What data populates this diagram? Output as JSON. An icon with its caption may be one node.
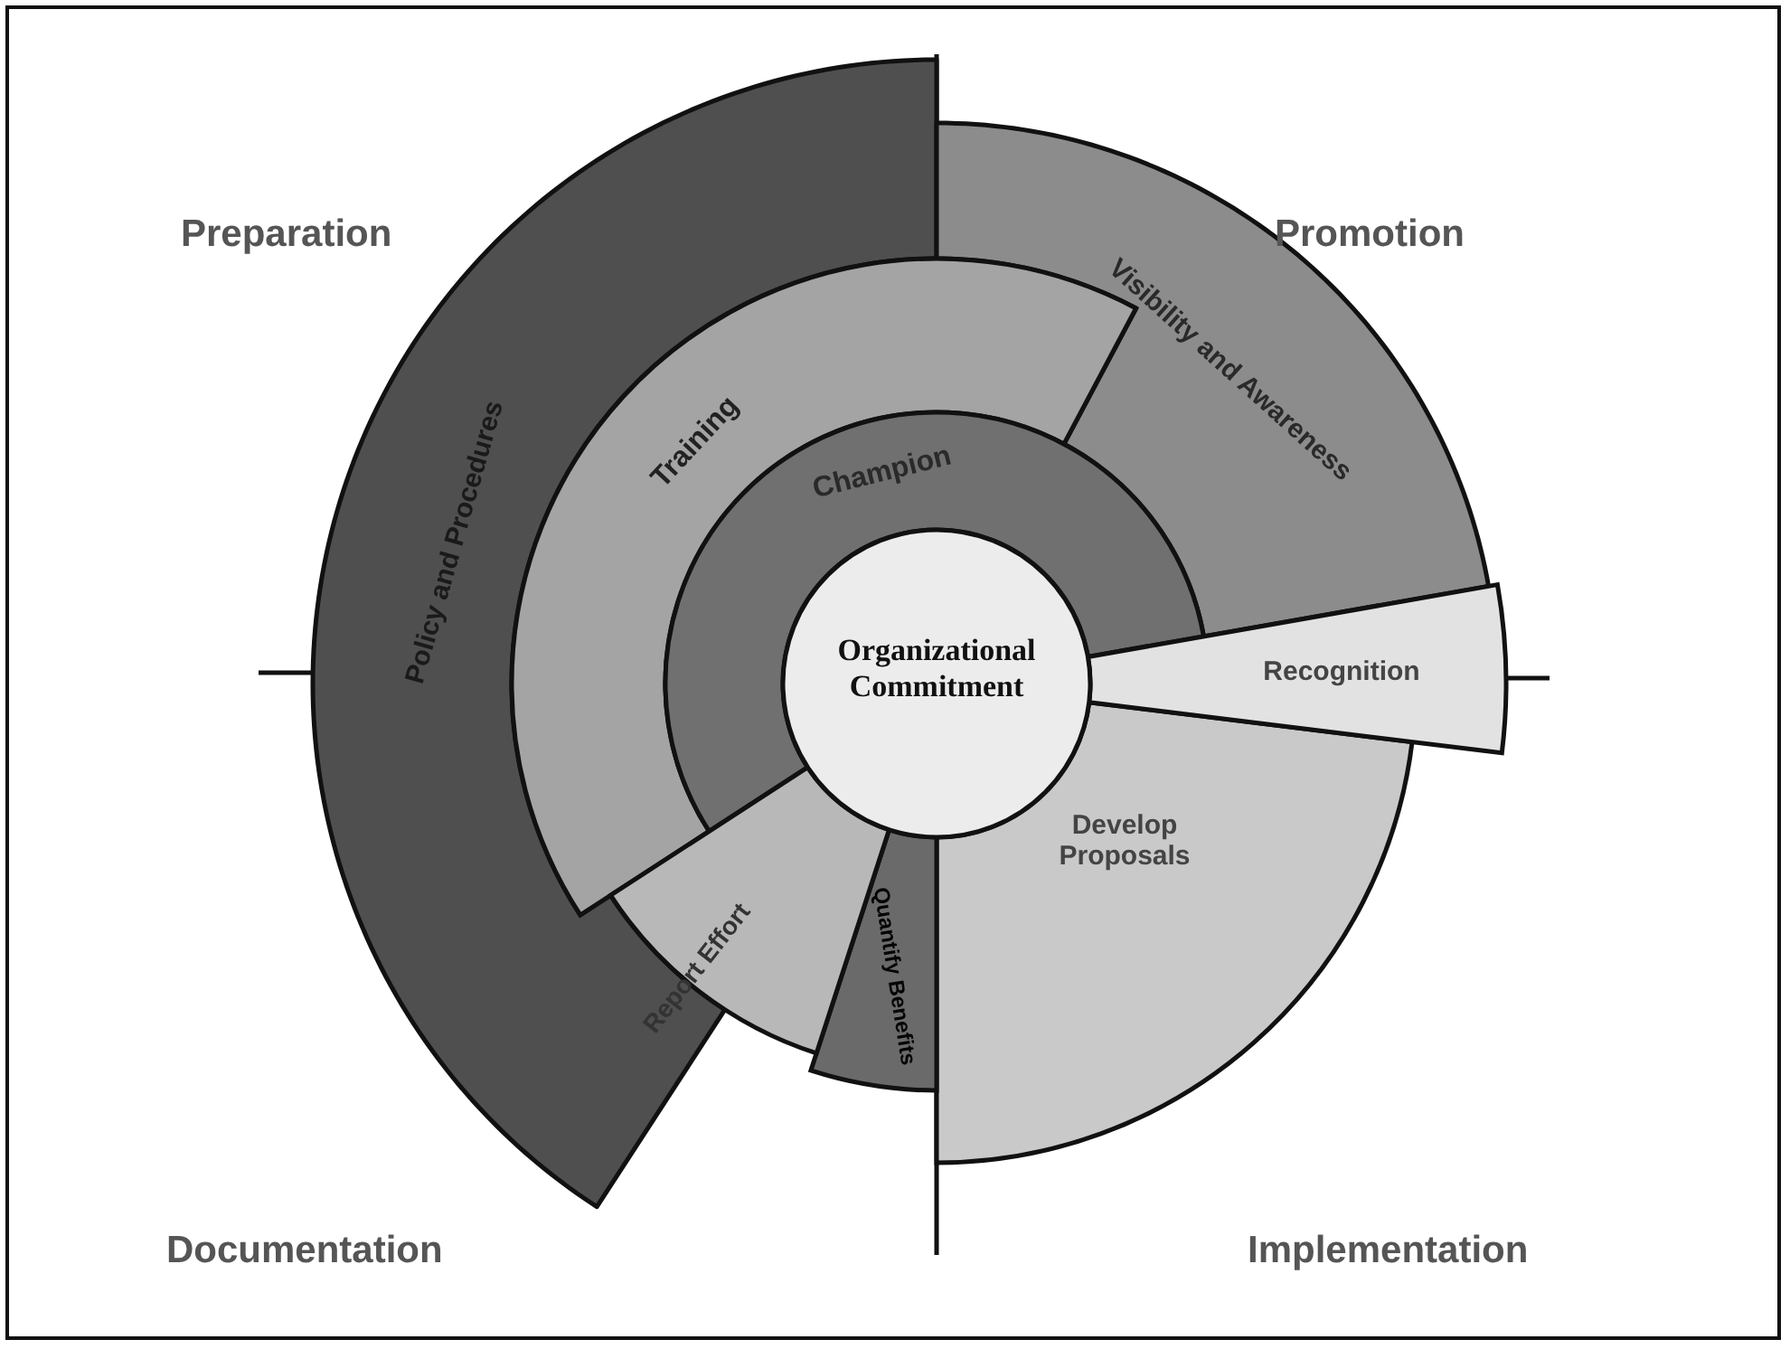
{
  "diagram": {
    "nodes": [
      {
        "text": [
          "Policy and Procedures"
        ]
      },
      {
        "text": [
          "Visibility and Awareness"
        ]
      },
      {
        "text": [
          "Training"
        ]
      },
      {
        "text": [
          "Champion"
        ]
      },
      {
        "text": [
          "Organizational Commitment"
        ]
      },
      {
        "text": [
          "Recognition"
        ]
      },
      {
        "text": [
          "Report Effort"
        ]
      },
      {
        "text": [
          "Quantify Benefits"
        ]
      },
      {
        "text": [
          "Develop Proposals"
        ]
      }
    ],
    "labels": [
      "Preparation",
      "Promotion",
      "Documentation",
      "Implementation"
    ]
  }
}
